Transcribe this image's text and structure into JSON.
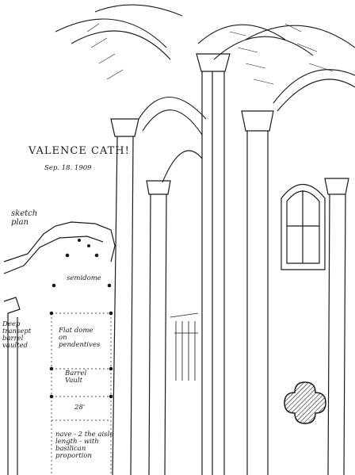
{
  "title": "VALENCE CATH!",
  "date": "Sep. 18. 1909",
  "plan_labels": {
    "sketch_plan": "sketch\nplan",
    "semidome": "semidome",
    "deep_transept": "Deep\ntransept\nbarrel\nvaulted",
    "flat_dome": "Flat dome\non\npendentives",
    "barrel_vault": "Barrel\nVault",
    "dimension": "28'",
    "nave_note": "nave - 2 the aisle\nlength - with\nbasilican\nproportion"
  },
  "colors": {
    "ink": "#1a1a1a",
    "paper": "#ffffff"
  }
}
